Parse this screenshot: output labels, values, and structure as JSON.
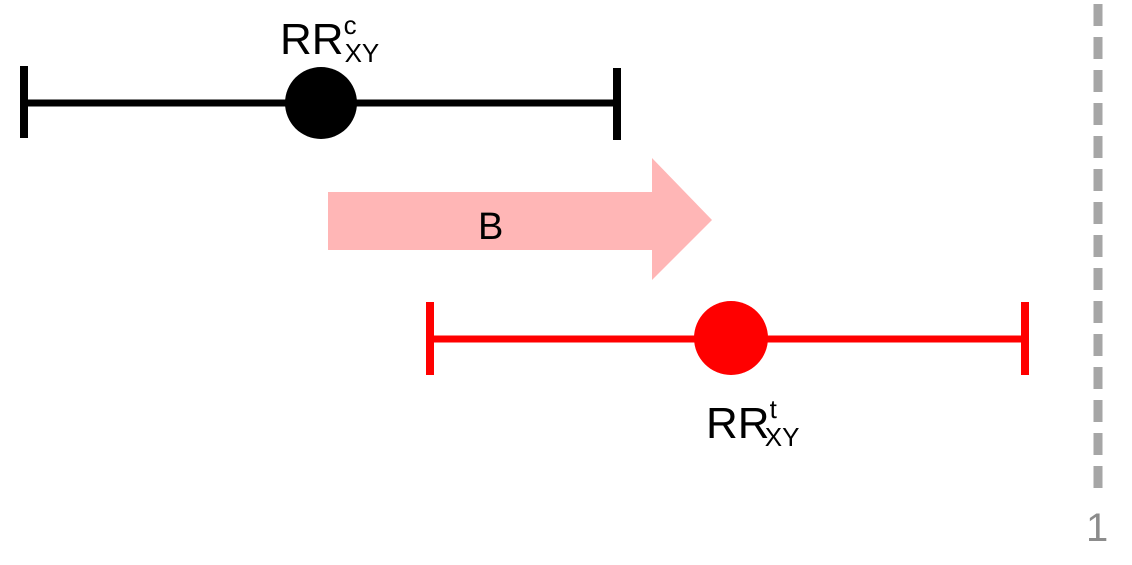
{
  "diagram": {
    "control_estimate": {
      "label_base": "RR",
      "label_sup": "c",
      "label_sub": "XY",
      "color": "#000000"
    },
    "treated_estimate": {
      "label_base": "RR",
      "label_sup": "t",
      "label_sub": "XY",
      "color": "#ff0000"
    },
    "bias_arrow": {
      "label": "B",
      "color": "#ffb6b6"
    },
    "null_line": {
      "label": "1",
      "color": "#a6a6a6"
    }
  }
}
